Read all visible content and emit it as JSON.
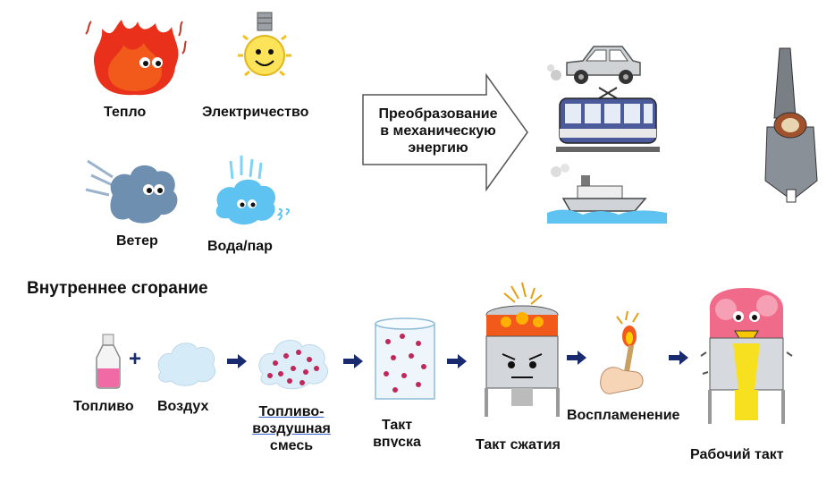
{
  "energy_sources": {
    "heat": "Тепло",
    "electricity": "Электричество",
    "wind": "Ветер",
    "water_steam": "Вода/пар"
  },
  "conversion_arrow": {
    "line1": "Преобразование",
    "line2": "в механическую",
    "line3": "энергию"
  },
  "combustion": {
    "title": "Внутреннее сгорание",
    "fuel": "Топливо",
    "plus": "+",
    "air": "Воздух",
    "mixture_line1": "Топливо-",
    "mixture_line2": "воздушная",
    "mixture_line3": "смесь",
    "intake_line1": "Такт",
    "intake_line2": "впуска",
    "compression": "Такт сжатия",
    "ignition": "Воспламенение",
    "power": "Рабочий такт"
  },
  "colors": {
    "flame": "#e8301a",
    "cloud": "#6f8fb0",
    "water": "#5ec3f0",
    "arrow_navy": "#1a2a6e",
    "fuel_pink": "#f06aa6"
  }
}
